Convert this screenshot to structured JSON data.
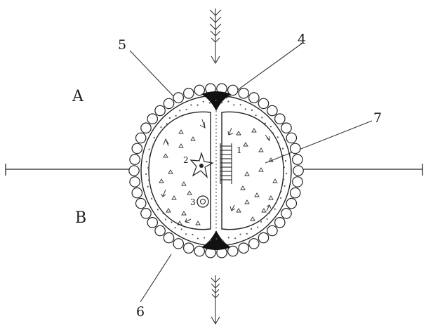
{
  "figure": {
    "region_labels": {
      "upper": "A",
      "lower": "B"
    },
    "callouts": {
      "n5": "5",
      "n4": "4",
      "n7": "7",
      "n6": "6",
      "n1": "1",
      "n2": "2",
      "n3": "3"
    }
  }
}
